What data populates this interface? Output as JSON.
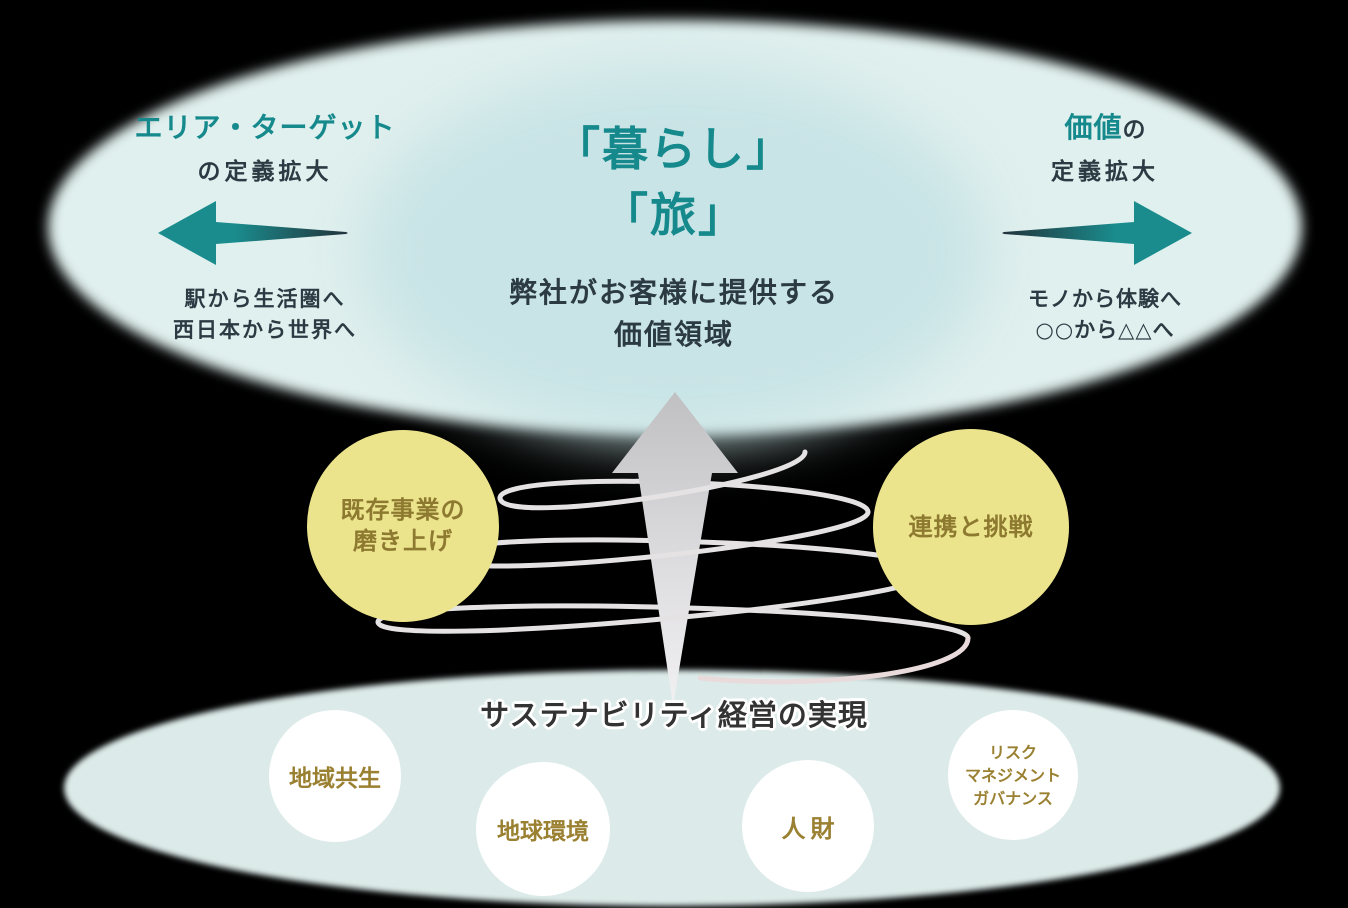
{
  "top_ellipse": {
    "left": {
      "title_accent": "エリア・ターゲット",
      "title_rest": "の定義拡大",
      "note_line1": "駅から生活圏へ",
      "note_line2": "西日本から世界へ",
      "arrow_direction": "left"
    },
    "center": {
      "headline_line1": "「暮らし」",
      "headline_line2": "「旅」",
      "desc_line1": "弊社がお客様に提供する",
      "desc_line2": "価値領域"
    },
    "right": {
      "title_accent": "価値",
      "title_suffix": "の",
      "title_line2": "定義拡大",
      "note_line1": "モノから体験へ",
      "note_line2": "○○から△△へ",
      "arrow_direction": "right"
    }
  },
  "spiral": {
    "left_circle": {
      "line1": "既存事業の",
      "line2": "磨き上げ"
    },
    "right_circle": {
      "label": "連携と挑戦"
    },
    "arrow_direction": "up"
  },
  "bottom_ellipse": {
    "title": "サステナビリティ経営の実現",
    "circles": [
      {
        "lines": [
          "地域共生"
        ]
      },
      {
        "lines": [
          "地球環境"
        ]
      },
      {
        "lines": [
          "人財"
        ]
      },
      {
        "lines": [
          "リスク",
          "マネジメント",
          "ガバナンス"
        ]
      }
    ]
  },
  "colors": {
    "accent_teal": "#15898c",
    "dark_text": "#2b3a43",
    "top_ellipse_bg": "#e0f0ee",
    "inner_blob_bg": "#c9e4e6",
    "bottom_ellipse_bg": "#dcebe9",
    "yellow_circle_bg": "#ece48c",
    "yellow_circle_text": "#8d7a30",
    "gold_text": "#9a8031",
    "bottom_title_text": "#333333",
    "spiral_line": "#e4e2e2",
    "spiral_line_pink": "#e9dadb",
    "gray_arrow_top": "#c0c0c2",
    "gray_arrow_bottom": "#f1f0f2",
    "teal_arrow_dark_end": "#22333b",
    "background": "#000000"
  }
}
